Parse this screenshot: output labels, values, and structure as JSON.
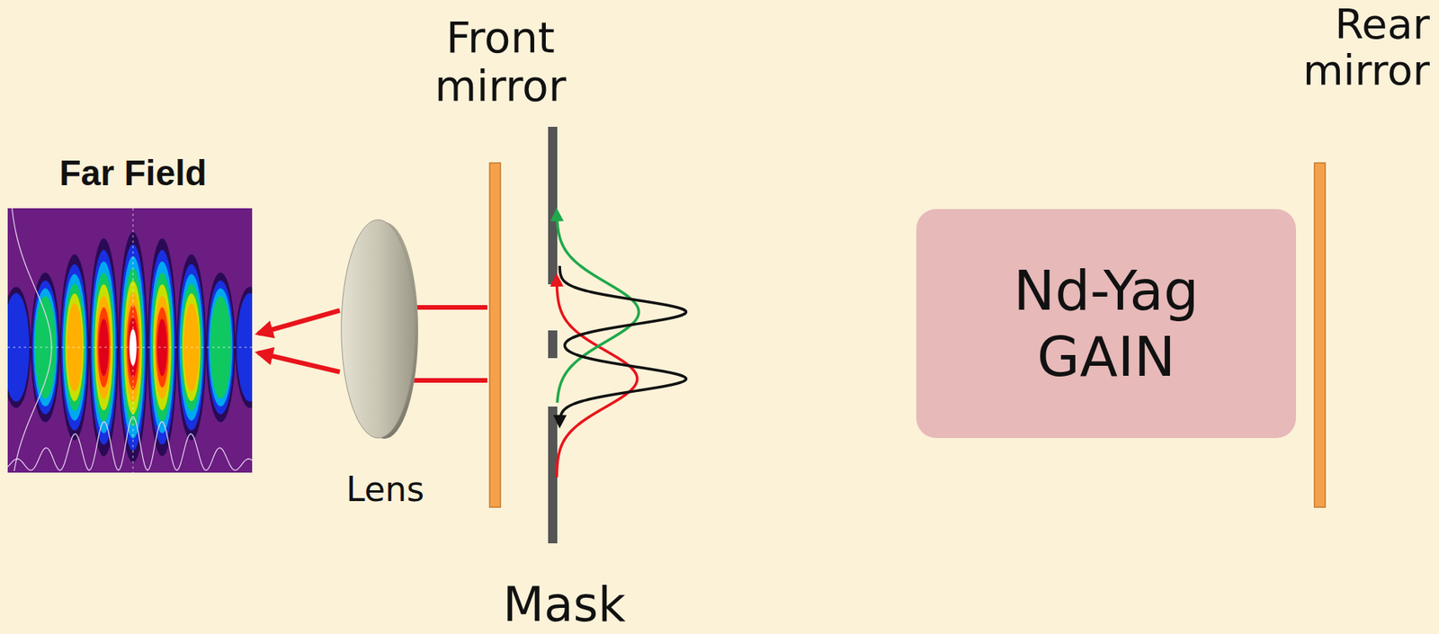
{
  "diagram": {
    "nodes": [
      {
        "text": [
          "Nd-Yag GAIN"
        ]
      }
    ],
    "labels": [
      "Front mirror",
      "Rear mirror",
      "Far Field",
      "Lens",
      "Mask"
    ]
  }
}
